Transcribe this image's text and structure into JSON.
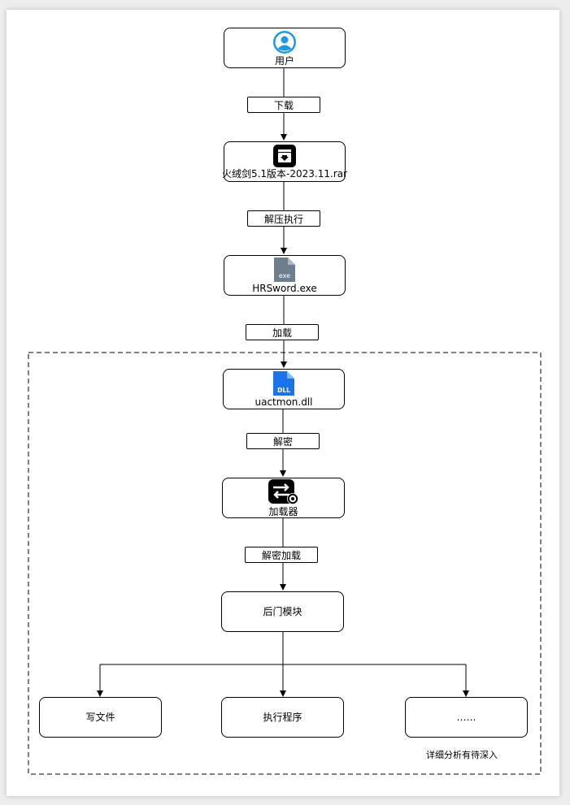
{
  "nodes": {
    "user": {
      "label": "用户",
      "icon": "user-avatar-icon"
    },
    "archive": {
      "label": "火绒剑5.1版本-2023.11.rar",
      "icon": "archive-download-icon"
    },
    "exe": {
      "label": "HRSword.exe",
      "icon": "exe-file-icon",
      "icon_text": "exe"
    },
    "dll": {
      "label": "uactmon.dll",
      "icon": "dll-file-icon",
      "icon_text": "DLL"
    },
    "loader": {
      "label": "加载器",
      "icon": "loader-transfer-icon"
    },
    "backdoor": {
      "label": "后门模块"
    },
    "write_file": {
      "label": "写文件"
    },
    "exec_program": {
      "label": "执行程序"
    },
    "more": {
      "label": "……"
    }
  },
  "edges": {
    "download": "下载",
    "extract_run": "解压执行",
    "load": "加载",
    "decrypt": "解密",
    "decrypt_load": "解密加载"
  },
  "note": "详细分析有待深入",
  "colors": {
    "user_icon": "#1e9ae0",
    "exe_icon": "#6d7e8f",
    "dll_icon": "#1a73e8",
    "stroke": "#000000",
    "background": "#ededed"
  }
}
